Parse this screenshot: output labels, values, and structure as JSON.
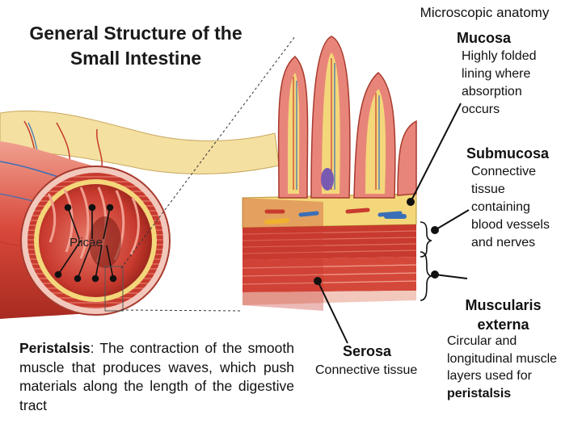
{
  "title": "General Structure of the Small Intestine",
  "micro_title": "Microscopic anatomy",
  "mucosa": {
    "name": "Mucosa",
    "desc": [
      "Highly folded",
      "lining where",
      "absorption",
      "occurs"
    ]
  },
  "submucosa": {
    "name": "Submucosa",
    "desc": [
      "Connective",
      "tissue",
      "containing",
      "blood vessels",
      "and nerves"
    ]
  },
  "muscularis": {
    "name_lines": [
      "Muscularis",
      "externa"
    ],
    "desc": [
      "Circular and",
      "longitudinal muscle",
      "layers used for"
    ],
    "desc_bold": "peristalsis"
  },
  "serosa": {
    "name": "Serosa",
    "desc": "Connective tissue"
  },
  "plicae": "Plicae",
  "peristalsis": {
    "term": "Peristalsis",
    "text": ": The contraction of the smooth muscle that produces waves, which push materials along the length of the digestive tract"
  },
  "colors": {
    "tissue_red": "#c83a2e",
    "tissue_pink": "#e8857a",
    "submucosa_yellow": "#f3d77a",
    "serosa_pink": "#f2c8bc",
    "vein_blue": "#3a6fb8"
  }
}
